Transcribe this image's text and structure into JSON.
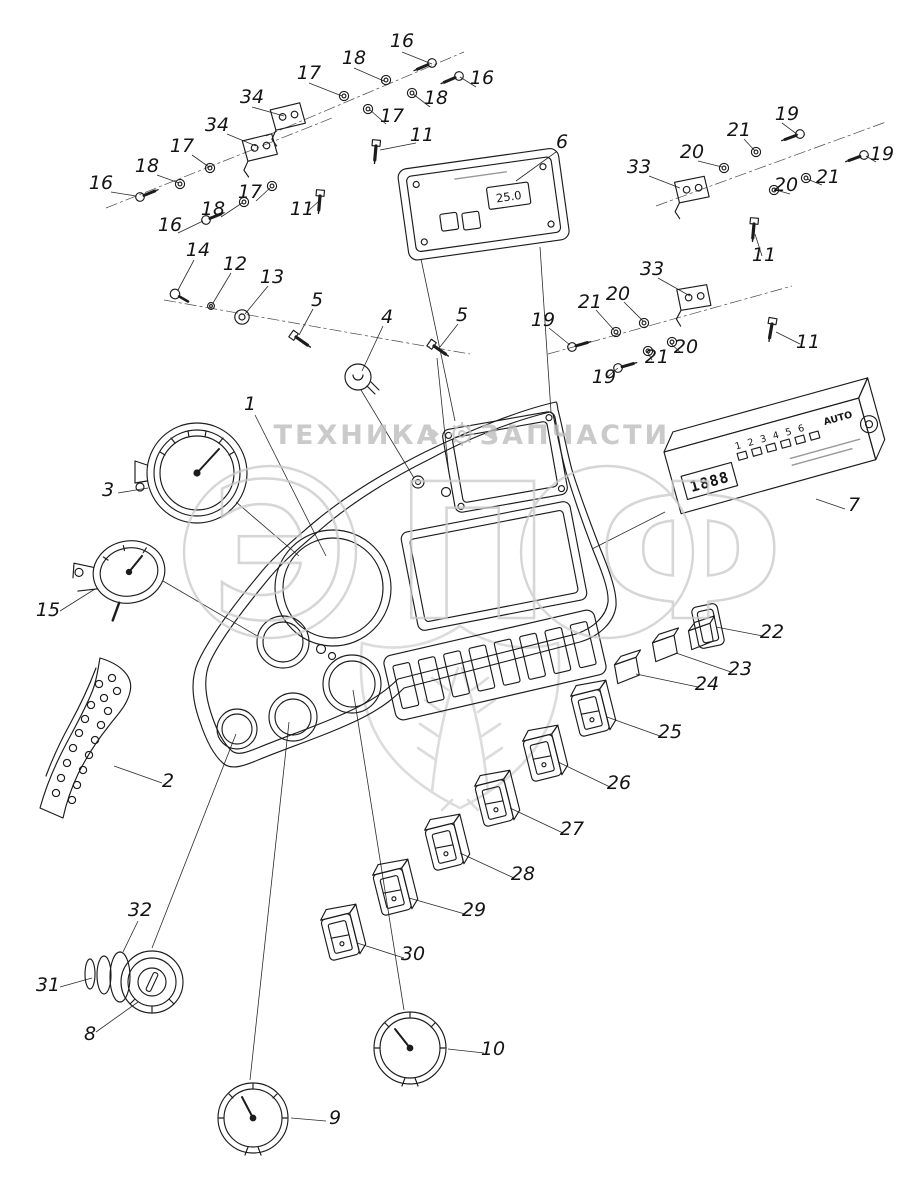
{
  "watermark": {
    "left": "ТЕХНИКА",
    "right": "ЗАПЧАСТИ",
    "logo": "ЭПФ"
  },
  "controller": {
    "display": "25.0"
  },
  "radio": {
    "preset_buttons": "1 2 3 4 5 6",
    "auto_label": "AUTO",
    "display": "1888"
  },
  "callouts": {
    "1": "1",
    "2": "2",
    "3": "3",
    "4": "4",
    "5": "5",
    "6": "6",
    "7": "7",
    "8": "8",
    "9": "9",
    "10": "10",
    "11": "11",
    "12": "12",
    "13": "13",
    "14": "14",
    "15": "15",
    "16": "16",
    "17": "17",
    "18": "18",
    "19": "19",
    "20": "20",
    "21": "21",
    "22": "22",
    "23": "23",
    "24": "24",
    "25": "25",
    "26": "26",
    "27": "27",
    "28": "28",
    "29": "29",
    "30": "30",
    "31": "31",
    "32": "32",
    "33": "33",
    "34": "34"
  },
  "colors": {
    "line": "#1c1c1c",
    "callout_text": "#141414",
    "watermark_gray": "#c9c9c9",
    "background": "#ffffff"
  }
}
